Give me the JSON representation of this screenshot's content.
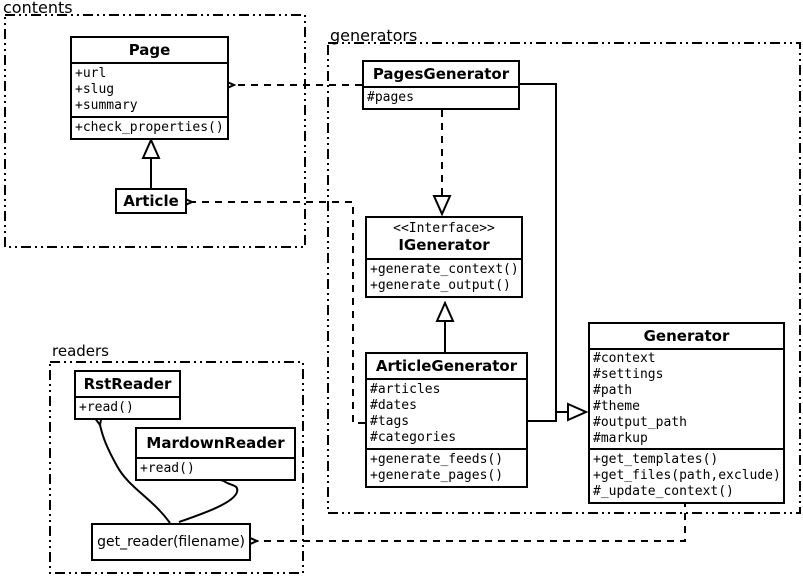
{
  "diagram": {
    "kind": "uml-class-diagram",
    "colors": {
      "line": "#000000",
      "background": "#ffffff",
      "box_fill": "#ffffff"
    }
  },
  "packages": {
    "contents": {
      "label": "contents"
    },
    "generators": {
      "label": "generators"
    },
    "readers": {
      "label": "readers"
    }
  },
  "classes": {
    "page": {
      "name": "Page",
      "attrs": [
        "+url",
        "+slug",
        "+summary"
      ],
      "methods": [
        "+check_properties()"
      ]
    },
    "article": {
      "name": "Article"
    },
    "pages_generator": {
      "name": "PagesGenerator",
      "attrs": [
        "#pages"
      ]
    },
    "igenerator": {
      "stereotype": "<<Interface>>",
      "name": "IGenerator",
      "methods": [
        "+generate_context()",
        "+generate_output()"
      ]
    },
    "article_generator": {
      "name": "ArticleGenerator",
      "attrs": [
        "#articles",
        "#dates",
        "#tags",
        "#categories"
      ],
      "methods": [
        "+generate_feeds()",
        "+generate_pages()"
      ]
    },
    "generator": {
      "name": "Generator",
      "attrs": [
        "#context",
        "#settings",
        "#path",
        "#theme",
        "#output_path",
        "#markup"
      ],
      "methods": [
        "+get_templates()",
        "+get_files(path,exclude)",
        "#_update_context()"
      ]
    },
    "rst_reader": {
      "name": "RstReader",
      "methods": [
        "+read()"
      ]
    },
    "mardown_reader": {
      "name": "MardownReader",
      "methods": [
        "+read()"
      ]
    },
    "get_reader": {
      "label": "get_reader(filename)"
    }
  },
  "relationships": [
    {
      "from": "Article",
      "to": "Page",
      "type": "generalization"
    },
    {
      "from": "PagesGenerator",
      "to": "Page",
      "type": "dependency"
    },
    {
      "from": "PagesGenerator",
      "to": "IGenerator",
      "type": "realization"
    },
    {
      "from": "ArticleGenerator",
      "to": "IGenerator",
      "type": "generalization"
    },
    {
      "from": "PagesGenerator",
      "to": "Generator",
      "type": "generalization"
    },
    {
      "from": "ArticleGenerator",
      "to": "Generator",
      "type": "generalization"
    },
    {
      "from": "ArticleGenerator",
      "to": "Article",
      "type": "dependency"
    },
    {
      "from": "Generator",
      "to": "get_reader",
      "type": "dependency"
    },
    {
      "from": "get_reader",
      "to": "RstReader",
      "type": "arrow"
    },
    {
      "from": "get_reader",
      "to": "MardownReader",
      "type": "arrow"
    }
  ]
}
